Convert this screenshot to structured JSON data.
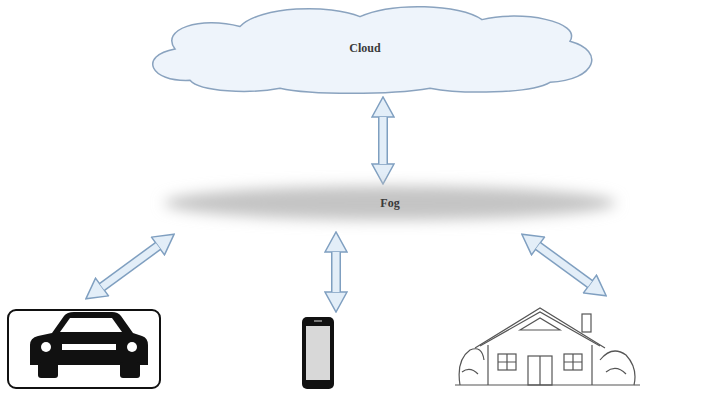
{
  "diagram": {
    "nodes": [
      {
        "text": [
          "Cloud"
        ]
      },
      {
        "text": [
          "Fog"
        ]
      }
    ],
    "edges": [
      {
        "from": 0,
        "to": 1,
        "arrow": "both"
      }
    ]
  }
}
